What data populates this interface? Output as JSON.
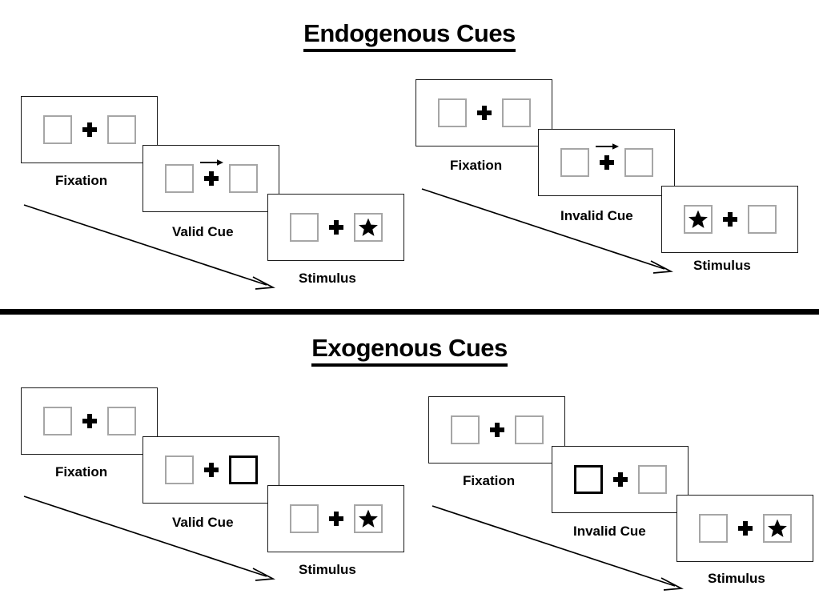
{
  "figure": {
    "type": "diagram",
    "description": "Spatial cueing paradigm: endogenous (central arrow) versus exogenous (peripheral box flash) cues, each shown for valid and invalid cue trials.",
    "divider_color": "#000000",
    "box_border_color": "#a6a6a6",
    "cued_box_border_color": "#000000",
    "panel_border_color": "#1a1a1a",
    "ink_color": "#000000"
  },
  "sections": [
    {
      "id": "endogenous",
      "title": "Endogenous Cues",
      "trials": [
        {
          "id": "endogenous-valid",
          "validity": "valid",
          "flow_arrow_label": "time-flow-arrow",
          "frames": [
            {
              "caption": "Fixation",
              "cue_type": "none",
              "cued_side": "none",
              "target_side": "none",
              "left_box": "empty",
              "right_box": "empty",
              "center": "plus"
            },
            {
              "caption": "Valid Cue",
              "cue_type": "central-arrow",
              "cued_side": "right",
              "target_side": "none",
              "left_box": "empty",
              "right_box": "empty",
              "center": "plus-with-arrow"
            },
            {
              "caption": "Stimulus",
              "cue_type": "none",
              "cued_side": "none",
              "target_side": "right",
              "left_box": "empty",
              "right_box": "star",
              "center": "plus"
            }
          ]
        },
        {
          "id": "endogenous-invalid",
          "validity": "invalid",
          "flow_arrow_label": "time-flow-arrow",
          "frames": [
            {
              "caption": "Fixation",
              "cue_type": "none",
              "cued_side": "none",
              "target_side": "none",
              "left_box": "empty",
              "right_box": "empty",
              "center": "plus"
            },
            {
              "caption": "Invalid Cue",
              "cue_type": "central-arrow",
              "cued_side": "right",
              "target_side": "none",
              "left_box": "empty",
              "right_box": "empty",
              "center": "plus-with-arrow"
            },
            {
              "caption": "Stimulus",
              "cue_type": "none",
              "cued_side": "none",
              "target_side": "left",
              "left_box": "star",
              "right_box": "empty",
              "center": "plus"
            }
          ]
        }
      ]
    },
    {
      "id": "exogenous",
      "title": "Exogenous Cues",
      "trials": [
        {
          "id": "exogenous-valid",
          "validity": "valid",
          "flow_arrow_label": "time-flow-arrow",
          "frames": [
            {
              "caption": "Fixation",
              "cue_type": "none",
              "cued_side": "none",
              "target_side": "none",
              "left_box": "empty",
              "right_box": "empty",
              "center": "plus"
            },
            {
              "caption": "Valid Cue",
              "cue_type": "peripheral-box",
              "cued_side": "right",
              "target_side": "none",
              "left_box": "empty",
              "right_box": "empty",
              "center": "plus"
            },
            {
              "caption": "Stimulus",
              "cue_type": "none",
              "cued_side": "none",
              "target_side": "right",
              "left_box": "empty",
              "right_box": "star",
              "center": "plus"
            }
          ]
        },
        {
          "id": "exogenous-invalid",
          "validity": "invalid",
          "flow_arrow_label": "time-flow-arrow",
          "frames": [
            {
              "caption": "Fixation",
              "cue_type": "none",
              "cued_side": "none",
              "target_side": "none",
              "left_box": "empty",
              "right_box": "empty",
              "center": "plus"
            },
            {
              "caption": "Invalid Cue",
              "cue_type": "peripheral-box",
              "cued_side": "left",
              "target_side": "none",
              "left_box": "empty",
              "right_box": "empty",
              "center": "plus"
            },
            {
              "caption": "Stimulus",
              "cue_type": "none",
              "cued_side": "none",
              "target_side": "right",
              "left_box": "empty",
              "right_box": "star",
              "center": "plus"
            }
          ]
        }
      ]
    }
  ]
}
